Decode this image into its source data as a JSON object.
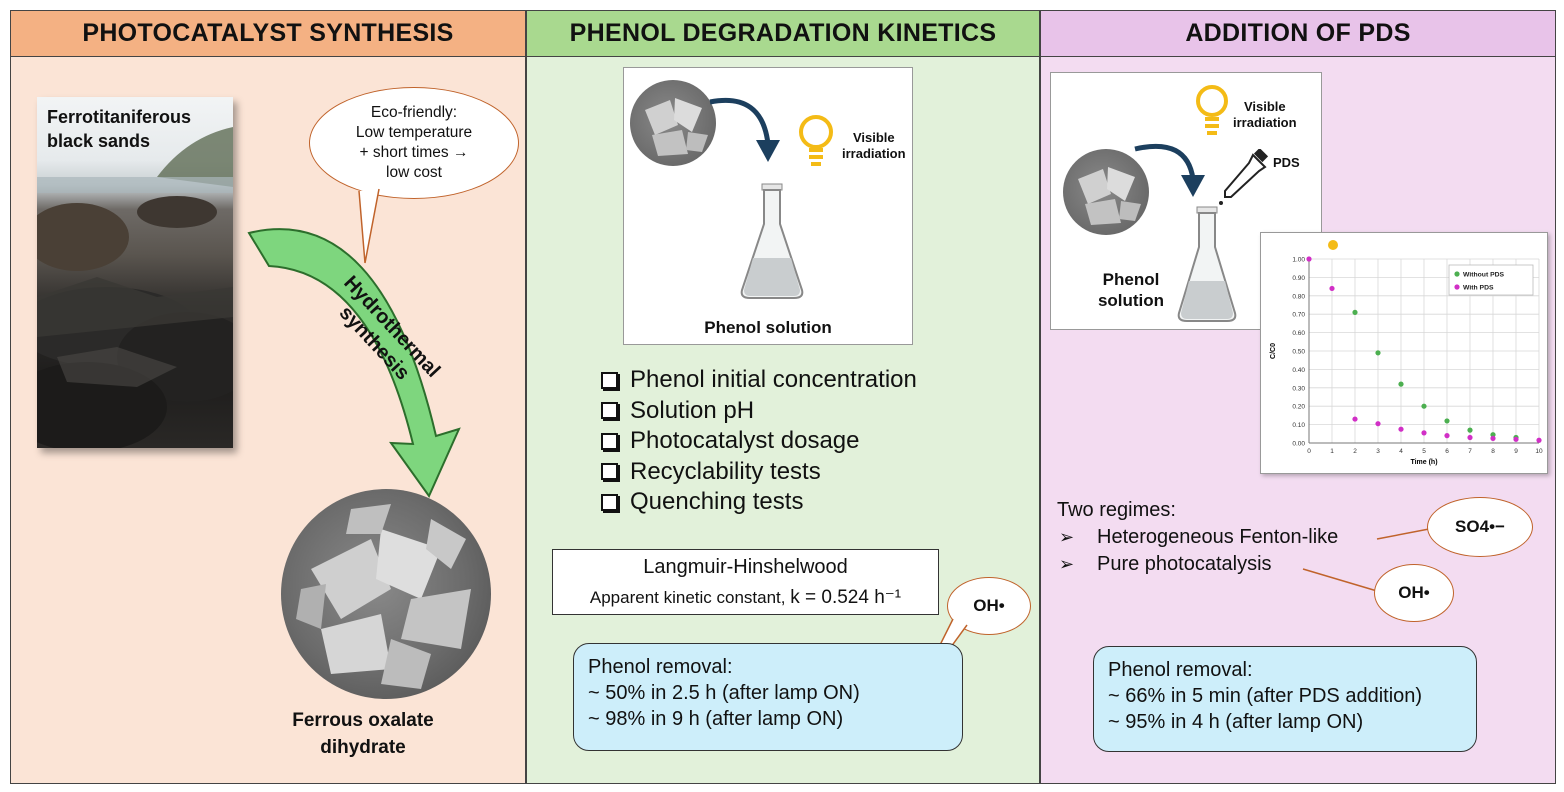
{
  "panels": {
    "synthesis": {
      "header": "PHOTOCATALYST SYNTHESIS",
      "photo_label_line1": "Ferrotitaniferous",
      "photo_label_line2": "black sands",
      "eco_bubble": [
        "Eco-friendly:",
        "Low temperature",
        "+ short times →",
        "low cost"
      ],
      "arrow_label_line1": "Hydrothermal",
      "arrow_label_line2": "synthesis",
      "product_line1": "Ferrous oxalate",
      "product_line2": "dihydrate"
    },
    "kinetics": {
      "header": "PHENOL DEGRADATION KINETICS",
      "visible_line1": "Visible",
      "visible_line2": "irradiation",
      "flask_label": "Phenol solution",
      "checklist": [
        "Phenol initial concentration",
        "Solution pH",
        "Photocatalyst dosage",
        "Recyclability  tests",
        "Quenching tests"
      ],
      "model_title": "Langmuir-Hinshelwood",
      "model_sub_prefix": "Apparent kinetic constant, ",
      "model_sub_value": "k = 0.524 h⁻¹",
      "radical": "OH•",
      "removal_title": "Phenol removal:",
      "removal_lines": [
        "~ 50% in 2.5 h (after lamp ON)",
        "~ 98% in 9 h (after lamp ON)"
      ]
    },
    "pds": {
      "header": "ADDITION OF PDS",
      "visible_line1": "Visible",
      "visible_line2": "irradiation",
      "pds_label": "PDS",
      "phenol_line1": "Phenol",
      "phenol_line2": "solution",
      "regimes_title": "Two regimes:",
      "regimes": [
        "Heterogeneous Fenton-like",
        "Pure photocatalysis"
      ],
      "radical_so4": "SO4•−",
      "radical_oh": "OH•",
      "removal_title": "Phenol removal:",
      "removal_lines": [
        "~ 66% in 5 min (after PDS addition)",
        "~ 95% in 4 h (after lamp ON)"
      ]
    }
  },
  "colors": {
    "synthesis_bg": "#fbe4d6",
    "synthesis_header": "#f4b183",
    "kinetics_bg": "#e2f1da",
    "kinetics_header": "#a9d98f",
    "pds_bg": "#f3dcf1",
    "pds_header": "#e8c3e9",
    "removal_box": "#cdeefa",
    "bubble_border": "#c0632b",
    "arrow_green": "#7ed67e",
    "without_pds": "#4caf50",
    "with_pds": "#d12fc6"
  },
  "icons": [
    "lightbulb-icon",
    "flask-icon",
    "dropper-icon",
    "curved-arrow-icon",
    "checkbox-icon"
  ],
  "chart_data": {
    "type": "scatter",
    "title": "",
    "xlabel": "Time (h)",
    "ylabel": "C/C0",
    "xlim": [
      0,
      10
    ],
    "ylim": [
      0,
      1.0
    ],
    "xticks": [
      "0",
      "1",
      "2",
      "3",
      "4",
      "5",
      "6",
      "7",
      "8",
      "9",
      "10"
    ],
    "yticks": [
      "0.00",
      "0.10",
      "0.20",
      "0.30",
      "0.40",
      "0.50",
      "0.60",
      "0.70",
      "0.80",
      "0.90",
      "1.00"
    ],
    "grid": true,
    "legend_position": "top-right",
    "series": [
      {
        "name": "Without PDS",
        "color": "#4caf50",
        "x": [
          2,
          3,
          4,
          5,
          6,
          7,
          8,
          9
        ],
        "y": [
          0.71,
          0.49,
          0.32,
          0.2,
          0.12,
          0.07,
          0.045,
          0.03
        ]
      },
      {
        "name": "With PDS",
        "color": "#d12fc6",
        "x": [
          0,
          1,
          2,
          3,
          4,
          5,
          6,
          7,
          8,
          9,
          10
        ],
        "y": [
          1.0,
          0.84,
          0.13,
          0.105,
          0.075,
          0.055,
          0.04,
          0.03,
          0.025,
          0.02,
          0.015
        ]
      }
    ]
  }
}
